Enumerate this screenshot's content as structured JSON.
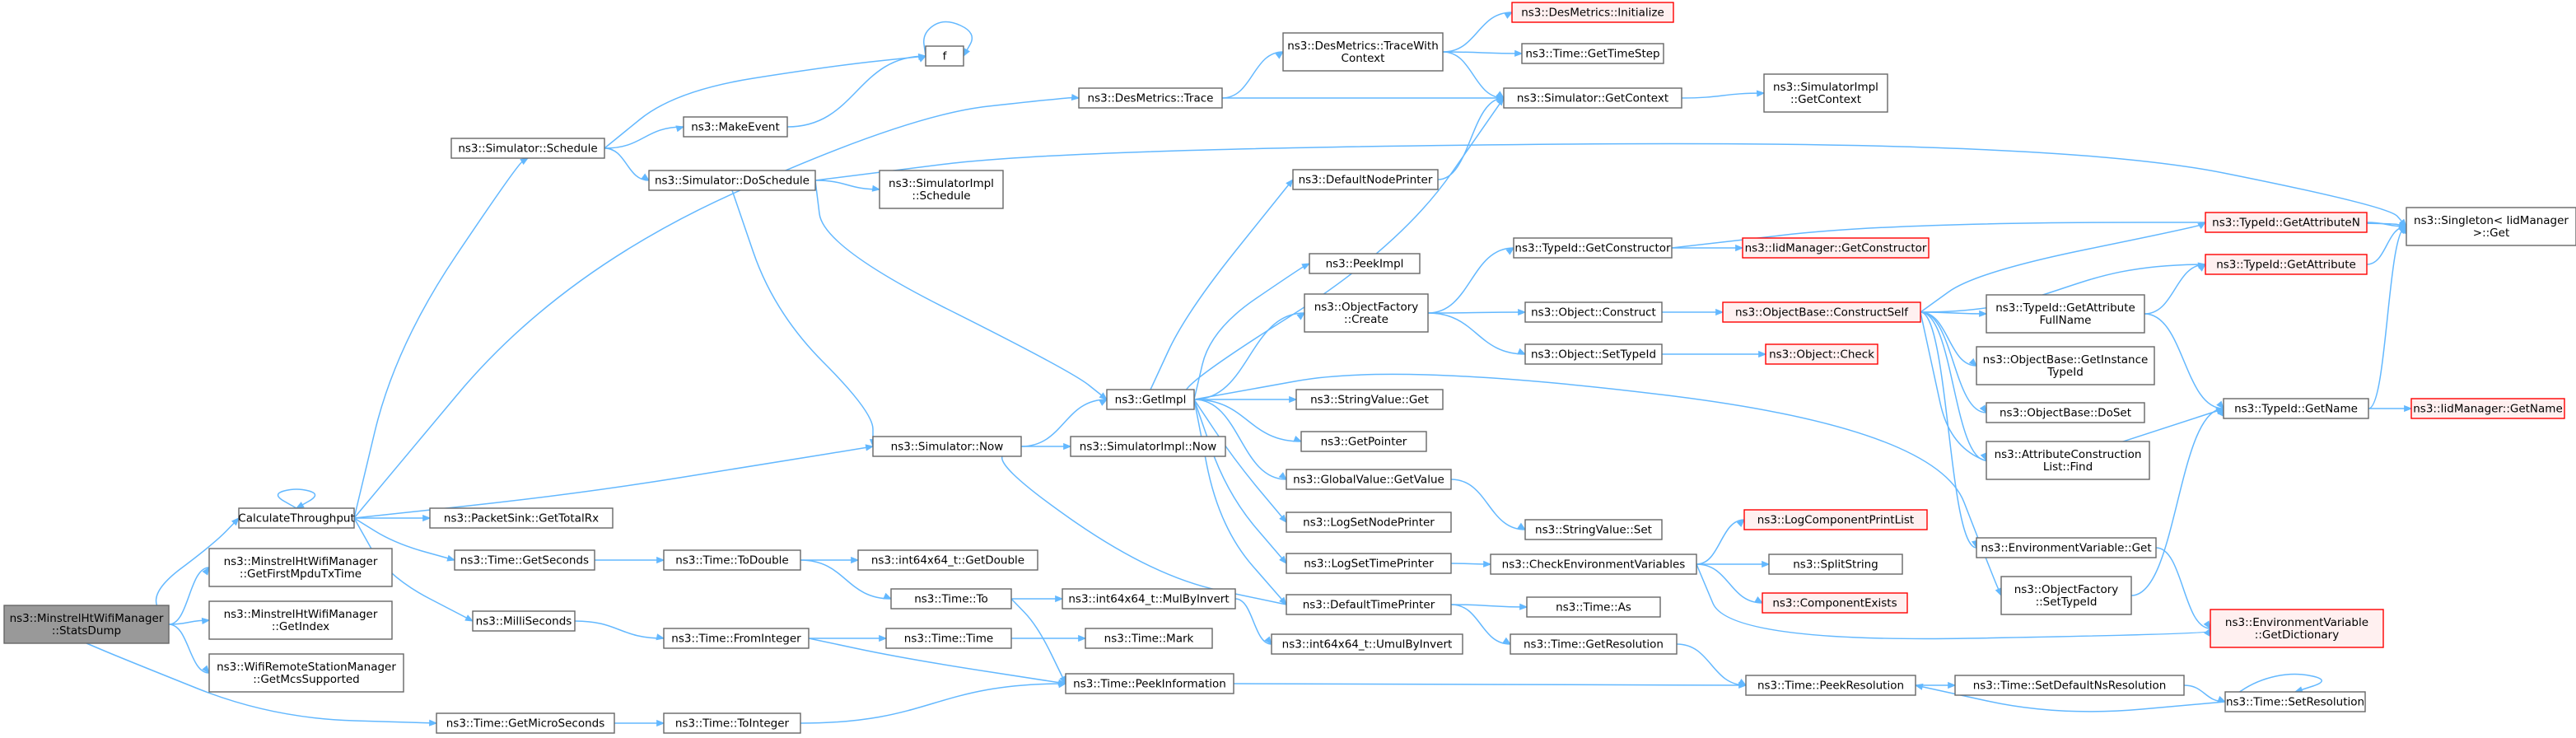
{
  "colors": {
    "edge": "#63b8ff",
    "node_border": "#666666",
    "node_fill": "#ffffff",
    "root_fill": "#999999",
    "truncated_border": "#ff0000",
    "truncated_fill": "#fff0f0"
  },
  "nodes": {
    "stats": "ns3::MinstrelHtWifiManager\n::StatsDump",
    "calc": "CalculateThroughput",
    "getfirst": "ns3::MinstrelHtWifiManager\n::GetFirstMpduTxTime",
    "getindex": "ns3::MinstrelHtWifiManager\n::GetIndex",
    "getmcs": "ns3::WifiRemoteStationManager\n::GetMcsSupported",
    "getmicro": "ns3::Time::GetMicroSeconds",
    "sched": "ns3::Simulator::Schedule",
    "simnow": "ns3::Simulator::Now",
    "pktsink": "ns3::PacketSink::GetTotalRx",
    "getsec": "ns3::Time::GetSeconds",
    "milli": "ns3::MilliSeconds",
    "f": "f",
    "makeevent": "ns3::MakeEvent",
    "dosched": "ns3::Simulator::DoSchedule",
    "implsched": "ns3::SimulatorImpl\n::Schedule",
    "getimpl": "ns3::GetImpl",
    "implnow": "ns3::SimulatorImpl::Now",
    "todouble": "ns3::Time::ToDouble",
    "fromint": "ns3::Time::FromInteger",
    "toint": "ns3::Time::ToInteger",
    "desmtrace": "ns3::DesMetrics::Trace",
    "int64double": "ns3::int64x64_t::GetDouble",
    "timeto": "ns3::Time::To",
    "timetime": "ns3::Time::Time",
    "peekinfo": "ns3::Time::PeekInformation",
    "mulbyinv": "ns3::int64x64_t::MulByInvert",
    "timemark": "ns3::Time::Mark",
    "tracewith": "ns3::DesMetrics::TraceWith\nContext",
    "defnodeprinter": "ns3::DefaultNodePrinter",
    "peekimpl": "ns3::PeekImpl",
    "objfactcreate": "ns3::ObjectFactory\n::Create",
    "strvalget": "ns3::StringValue::Get",
    "getpointer": "ns3::GetPointer",
    "globalget": "ns3::GlobalValue::GetValue",
    "logsetnode": "ns3::LogSetNodePrinter",
    "logsettime": "ns3::LogSetTimePrinter",
    "deftimeprinter": "ns3::DefaultTimePrinter",
    "umulbyinv": "ns3::int64x64_t::UmulByInvert",
    "desminit": "ns3::DesMetrics::Initialize",
    "gettimestep": "ns3::Time::GetTimeStep",
    "simgetctx": "ns3::Simulator::GetContext",
    "typegetctor": "ns3::TypeId::GetConstructor",
    "objconstruct": "ns3::Object::Construct",
    "objsettypeid": "ns3::Object::SetTypeId",
    "strvalset": "ns3::StringValue::Set",
    "checkenv": "ns3::CheckEnvironmentVariables",
    "timeas": "ns3::Time::As",
    "getres": "ns3::Time::GetResolution",
    "implgetctx": "ns3::SimulatorImpl\n::GetContext",
    "iidgetctor": "ns3::IidManager::GetConstructor",
    "objbaseconstruct": "ns3::ObjectBase::ConstructSelf",
    "objcheck": "ns3::Object::Check",
    "logcompprint": "ns3::LogComponentPrintList",
    "splitstring": "ns3::SplitString",
    "compexists": "ns3::ComponentExists",
    "peekres": "ns3::Time::PeekResolution",
    "typegetattrn": "ns3::TypeId::GetAttributeN",
    "typegetattr": "ns3::TypeId::GetAttribute",
    "typegetattrfull": "ns3::TypeId::GetAttribute\nFullName",
    "objbasegetinst": "ns3::ObjectBase::GetInstance\nTypeId",
    "objbasedoset": "ns3::ObjectBase::DoSet",
    "attrfind": "ns3::AttributeConstruction\nList::Find",
    "envget": "ns3::EnvironmentVariable::Get",
    "objfactsettype": "ns3::ObjectFactory\n::SetTypeId",
    "setdefres": "ns3::Time::SetDefaultNsResolution",
    "singleton": "ns3::Singleton< IidManager\n >::Get",
    "typegetname": "ns3::TypeId::GetName",
    "envgetdict": "ns3::EnvironmentVariable\n::GetDictionary",
    "setres": "ns3::Time::SetResolution",
    "iidgetname": "ns3::IidManager::GetName"
  }
}
